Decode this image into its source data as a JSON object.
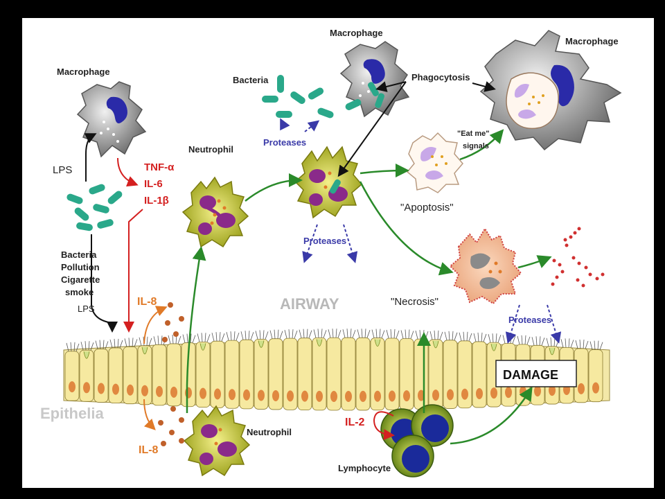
{
  "labels": {
    "macrophage_left": "Macrophage",
    "macrophage_top": "Macrophage",
    "macrophage_right": "Macrophage",
    "bacteria": "Bacteria",
    "phagocytosis": "Phagocytosis",
    "neutrophil_left": "Neutrophil",
    "neutrophil_bottom": "Neutrophil",
    "proteases_top": "Proteases",
    "proteases_mid": "Proteases",
    "proteases_right": "Proteases",
    "eat_me_line1": "\"Eat me\"",
    "eat_me_line2": "signals",
    "apoptosis": "\"Apoptosis\"",
    "necrosis": "\"Necrosis\"",
    "airway": "AIRWAY",
    "epithelia": "Epithelia",
    "damage": "DAMAGE",
    "lps_top": "LPS",
    "lps_bottom": "LPS",
    "tnf": "TNF-α",
    "il6": "IL-6",
    "il1b": "IL-1β",
    "il8_top": "IL-8",
    "il8_bottom": "IL-8",
    "il2": "IL-2",
    "lymphocyte": "Lymphocyte",
    "stimuli": [
      "Bacteria",
      "Pollution",
      "Cigarette",
      "smoke"
    ]
  },
  "colors": {
    "cytokine_red": "#d42020",
    "il8_orange": "#e07a28",
    "protease_blue": "#3a3aa8",
    "arrow_green": "#2a8a2a",
    "bacteria_teal": "#2aa88a",
    "airway_gray": "#b8b8b8"
  }
}
